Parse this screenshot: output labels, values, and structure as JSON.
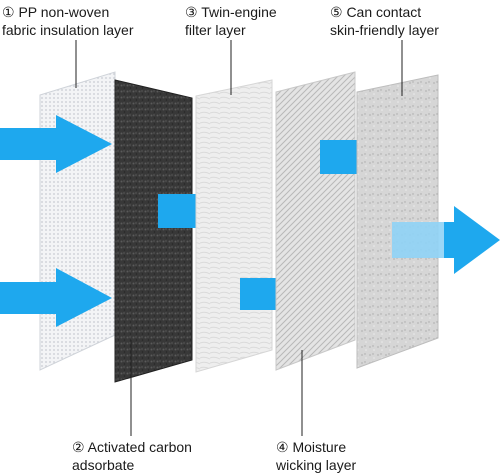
{
  "labels": {
    "pp_layer": {
      "line1": "① PP non-woven",
      "line2": "fabric insulation layer"
    },
    "carbon_layer": {
      "line1": "② Activated carbon",
      "line2": "adsorbate"
    },
    "filter_layer": {
      "line1": "③ Twin-engine",
      "line2": "filter layer"
    },
    "moisture_layer": {
      "line1": "④ Moisture",
      "line2": "wicking layer"
    },
    "skin_layer": {
      "line1": "⑤ Can contact",
      "line2": "skin-friendly layer"
    }
  },
  "colors": {
    "arrow": "#1ea8ee",
    "arrow_light": "#8fd3f6",
    "pp_layer": "#f1f2f4",
    "carbon_layer": "#3a3a3a",
    "filter_layer": "#ececec",
    "moisture_layer": "#d9d9d9",
    "skin_layer": "#d4d4d4",
    "leader_line": "#222222"
  }
}
